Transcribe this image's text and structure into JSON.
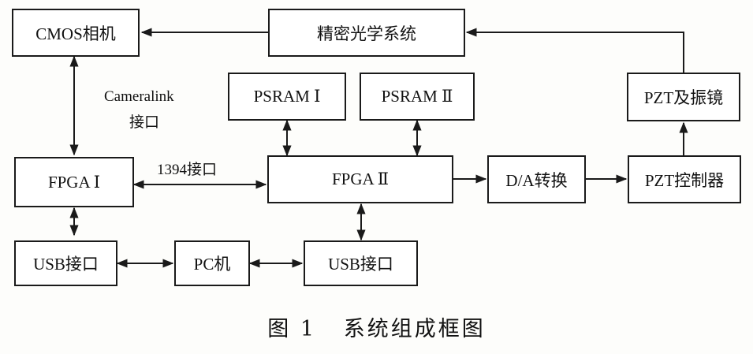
{
  "diagram": {
    "blocks": {
      "cmos_camera": "CMOS相机",
      "precision_optics": "精密光学系统",
      "psram1": "PSRAM Ⅰ",
      "psram2": "PSRAM Ⅱ",
      "pzt_mirror": "PZT及振镜",
      "fpga1": "FPGA Ⅰ",
      "fpga2": "FPGA Ⅱ",
      "da_converter": "D/A转换",
      "pzt_controller": "PZT控制器",
      "usb_left": "USB接口",
      "pc": "PC机",
      "usb_right": "USB接口"
    },
    "edge_labels": {
      "cameralink_line1": "Cameralink",
      "cameralink_line2": "接口",
      "ieee1394": "1394接口"
    },
    "caption": "图 1   系统组成框图",
    "colors": {
      "line": "#1a1a1a",
      "box_border": "#1a1a1a",
      "background": "#fdfdfb"
    }
  }
}
